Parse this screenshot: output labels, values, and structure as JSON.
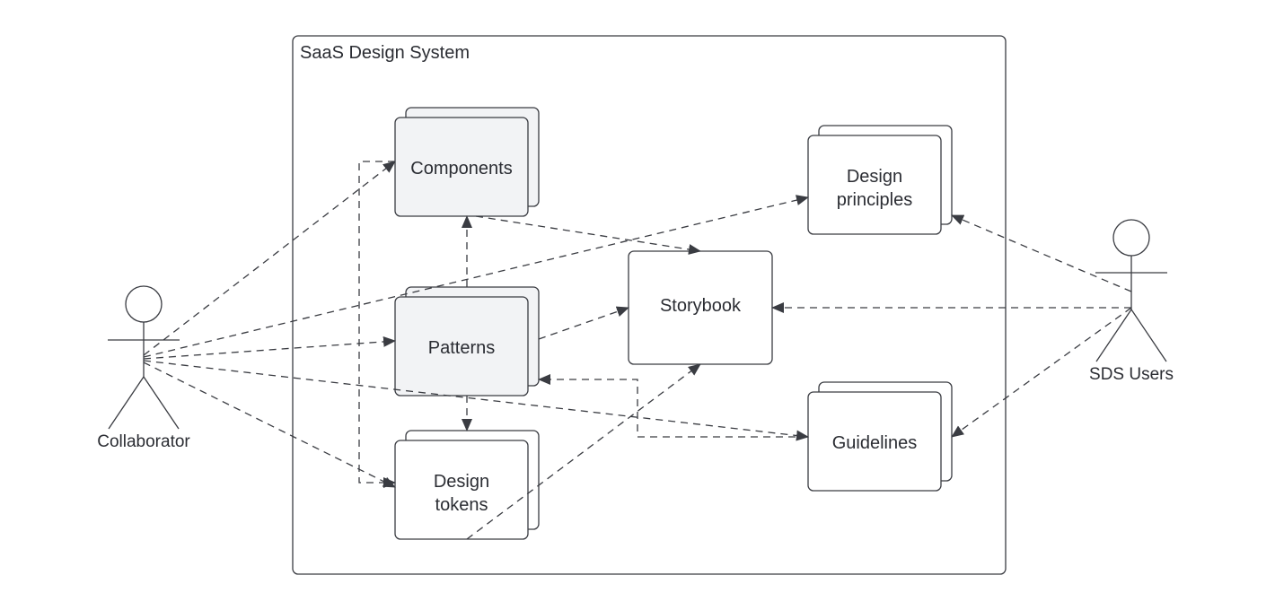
{
  "system": {
    "title": "SaaS Design System"
  },
  "actors": {
    "collaborator": "Collaborator",
    "sds_users": "SDS Users"
  },
  "nodes": {
    "components": "Components",
    "patterns": "Patterns",
    "design_tokens": [
      "Design",
      "tokens"
    ],
    "storybook": "Storybook",
    "design_principles": [
      "Design",
      "principles"
    ],
    "guidelines": "Guidelines"
  },
  "colors": {
    "line": "#3a3c42",
    "text": "#2b2d33",
    "shaded_fill": "#f2f3f5",
    "plain_fill": "#ffffff"
  }
}
